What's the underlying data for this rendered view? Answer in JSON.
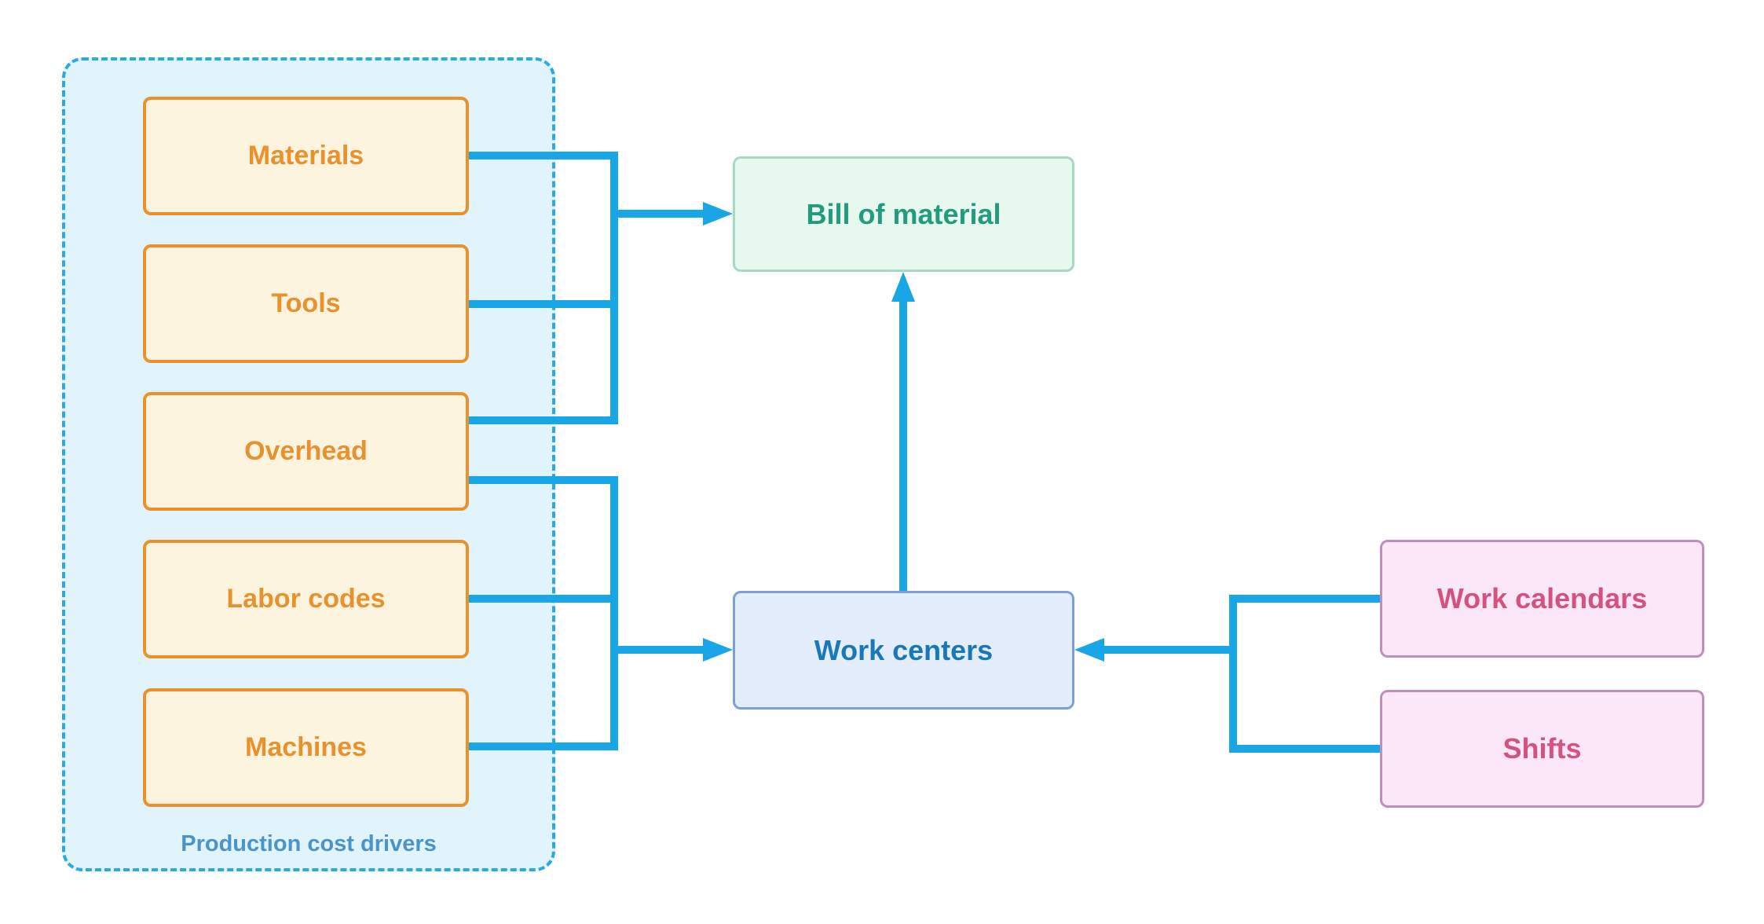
{
  "container": {
    "label": "Production cost drivers"
  },
  "nodes": {
    "materials": {
      "label": "Materials"
    },
    "tools": {
      "label": "Tools"
    },
    "overhead": {
      "label": "Overhead"
    },
    "labor_codes": {
      "label": "Labor codes"
    },
    "machines": {
      "label": "Machines"
    },
    "bill_of_material": {
      "label": "Bill of material"
    },
    "work_centers": {
      "label": "Work centers"
    },
    "work_calendars": {
      "label": "Work calendars"
    },
    "shifts": {
      "label": "Shifts"
    }
  },
  "colors": {
    "connector": "#18A6E6",
    "container_fill": "#E1F4FC",
    "container_border": "#29ABE2",
    "container_label": "#4B94C9",
    "driver_fill": "#FDF4DF",
    "driver_border": "#E8912D",
    "driver_text": "#E8912D",
    "bom_fill": "#E7F8EE",
    "bom_border": "#A7DAC6",
    "bom_text": "#239B80",
    "wc_fill": "#E4EDFB",
    "wc_border": "#7C9ED9",
    "wc_text": "#1878B8",
    "pink_fill": "#FBE7F8",
    "pink_border": "#BD90BC",
    "pink_text": "#D4527E"
  }
}
